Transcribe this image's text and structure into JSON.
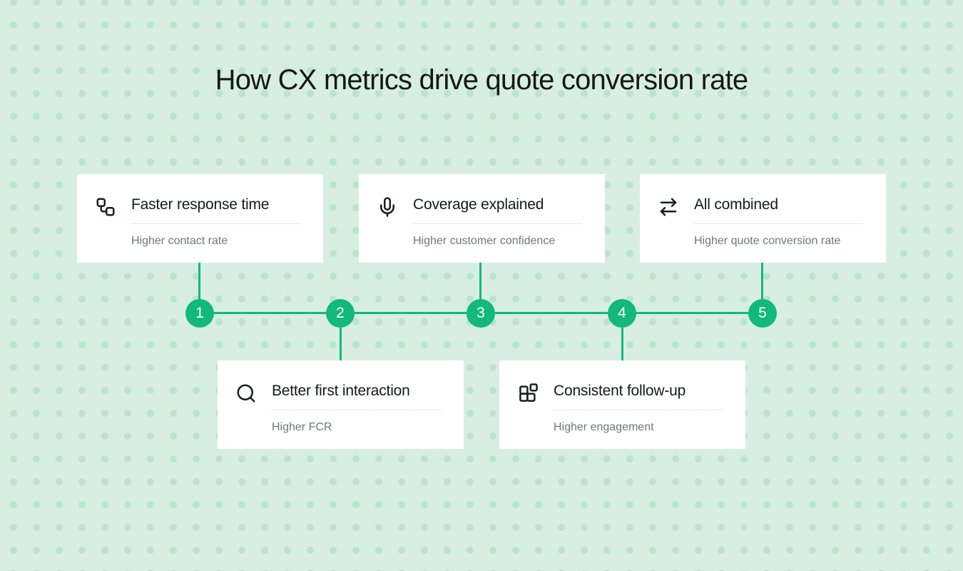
{
  "page": {
    "title": "How CX metrics drive quote conversion rate"
  },
  "colors": {
    "background": "#d9eee3",
    "dot": "#b9e4ce",
    "accent": "#12b97c",
    "card": "#ffffff",
    "title_text": "#131a16",
    "subtitle_text": "#6f7875",
    "divider": "#c6d4cc"
  },
  "steps": [
    {
      "number": "1",
      "title": "Faster response time",
      "subtitle": "Higher contact rate",
      "icon": "workflow-icon",
      "position": "top"
    },
    {
      "number": "2",
      "title": "Better first interaction",
      "subtitle": "Higher FCR",
      "icon": "search-icon",
      "position": "bottom"
    },
    {
      "number": "3",
      "title": "Coverage explained",
      "subtitle": "Higher customer confidence",
      "icon": "microphone-icon",
      "position": "top"
    },
    {
      "number": "4",
      "title": "Consistent follow-up",
      "subtitle": "Higher engagement",
      "icon": "blocks-icon",
      "position": "bottom"
    },
    {
      "number": "5",
      "title": "All combined",
      "subtitle": "Higher quote conversion rate",
      "icon": "swap-arrows-icon",
      "position": "top"
    }
  ]
}
